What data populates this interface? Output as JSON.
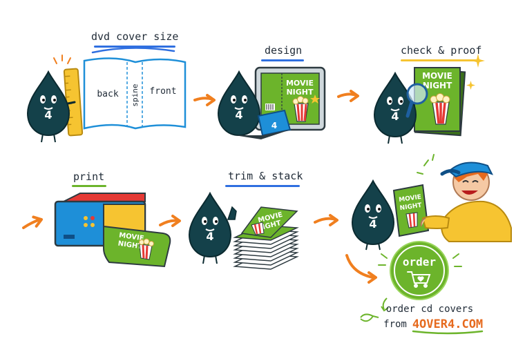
{
  "steps": [
    {
      "label": "dvd cover size"
    },
    {
      "label": "design"
    },
    {
      "label": "check & proof"
    },
    {
      "label": "print"
    },
    {
      "label": "trim & stack"
    },
    {
      "label": "order"
    }
  ],
  "dvd_panels": {
    "back": "back",
    "spine": "spine",
    "front": "front"
  },
  "mascot_number": "4",
  "cover_title_line1": "MOVIE",
  "cover_title_line2": "NIGHT",
  "cta": {
    "button": "order",
    "line1": "order cd covers",
    "line2_prefix": "from",
    "brand": "4OVER4.COM"
  },
  "colors": {
    "navy": "#14414a",
    "green": "#6cb42b",
    "orange": "#f07f1f",
    "blue": "#1e8fd8",
    "red": "#e53935",
    "yellow": "#f6c431"
  }
}
